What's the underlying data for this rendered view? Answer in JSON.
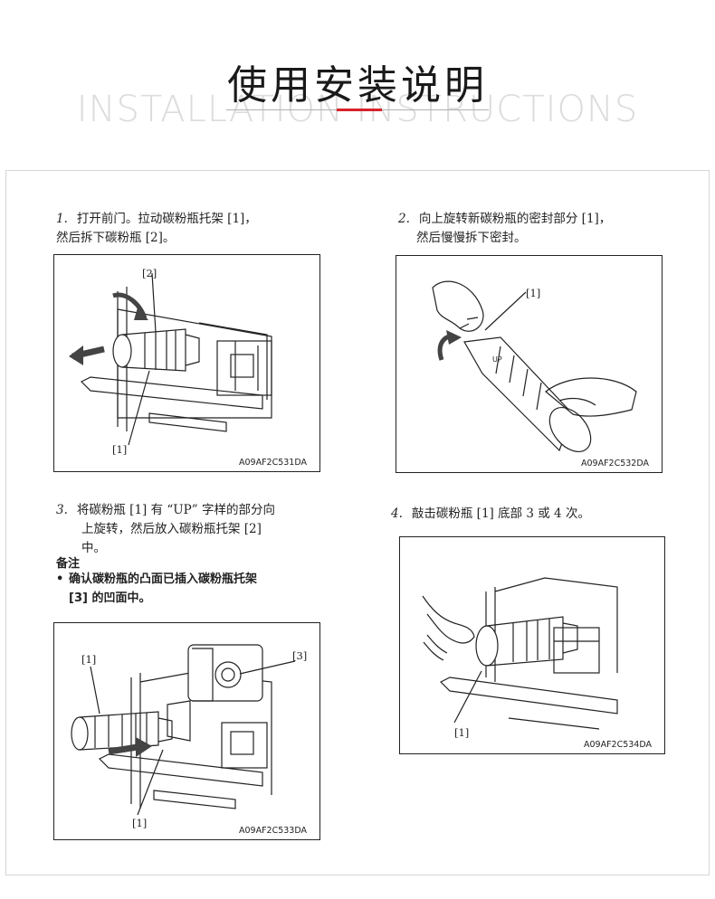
{
  "header": {
    "title_cn": "使用安装说明",
    "title_en": "INSTALLATION INSTRUCTIONS",
    "accent_color": "#d8232a"
  },
  "steps": [
    {
      "number": "1.",
      "line1": "打开前门。拉动碳粉瓶托架 [1]，",
      "line2": "然后拆下碳粉瓶 [2]。"
    },
    {
      "number": "2.",
      "line1": "向上旋转新碳粉瓶的密封部分 [1]，",
      "line2": "然后慢慢拆下密封。"
    },
    {
      "number": "3.",
      "line1": "将碳粉瓶 [1] 有 “UP” 字样的部分向",
      "line2": "上旋转，然后放入碳粉瓶托架 [2]",
      "line3": "中。"
    },
    {
      "number": "4.",
      "line1": "敲击碳粉瓶 [1] 底部 3 或 4 次。"
    }
  ],
  "note": {
    "title": "备注",
    "bullet": "•",
    "line1": "确认碳粉瓶的凸面已插入碳粉瓶托架",
    "line2": "[3] 的凹面中。"
  },
  "figures": [
    {
      "code": "A09AF2C531DA",
      "labels": [
        "[2]",
        "[1]"
      ]
    },
    {
      "code": "A09AF2C532DA",
      "labels": [
        "[1]"
      ]
    },
    {
      "code": "A09AF2C533DA",
      "labels": [
        "[1]",
        "[3]",
        "[1]"
      ]
    },
    {
      "code": "A09AF2C534DA",
      "labels": [
        "[1]"
      ]
    }
  ]
}
